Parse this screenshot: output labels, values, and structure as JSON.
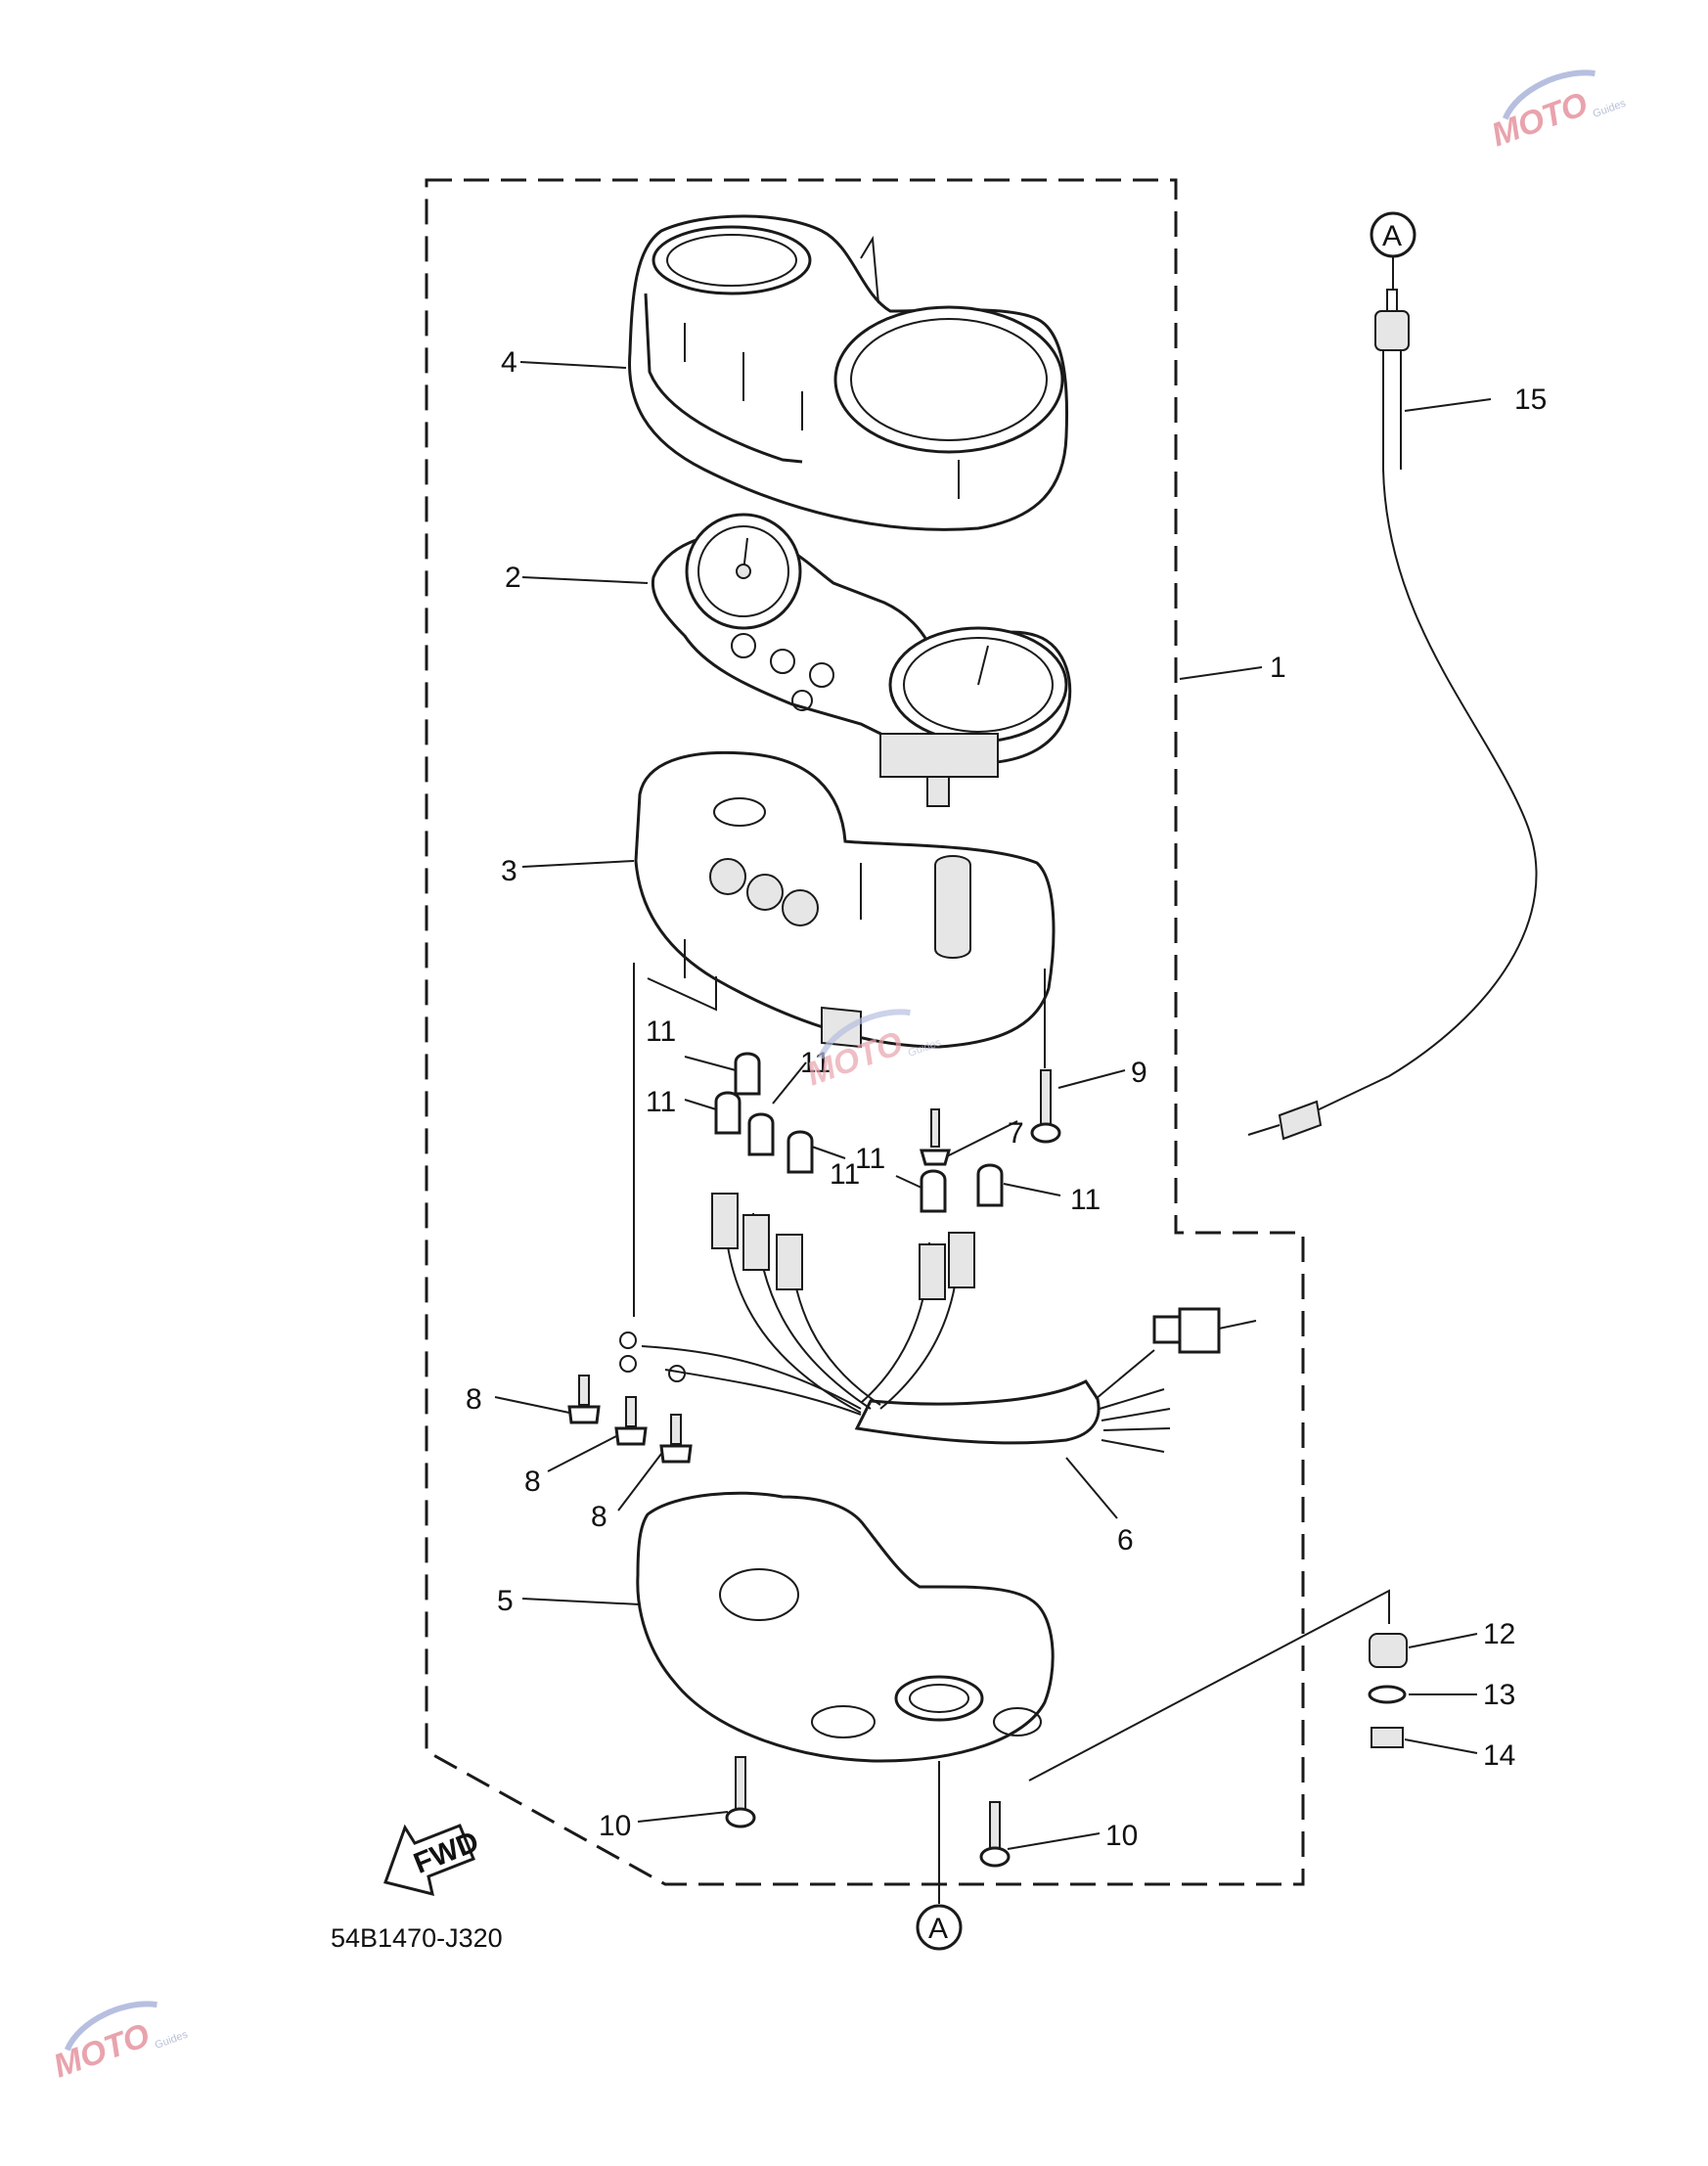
{
  "diagram": {
    "part_code": "54B1470-J320",
    "fwd_label": "FWD",
    "ref_marker": "A",
    "labels": {
      "p1": "1",
      "p2": "2",
      "p3": "3",
      "p4": "4",
      "p5": "5",
      "p6": "6",
      "p7": "7",
      "p8a": "8",
      "p8b": "8",
      "p8c": "8",
      "p9": "9",
      "p10a": "10",
      "p10b": "10",
      "p11a": "11",
      "p11b": "11",
      "p11c": "11",
      "p11d": "11",
      "p11e": "11",
      "p11f": "11",
      "p12": "12",
      "p13": "13",
      "p14": "14",
      "p15": "15"
    }
  },
  "watermark": {
    "brand": "MOTO",
    "tagline": "Guides"
  }
}
